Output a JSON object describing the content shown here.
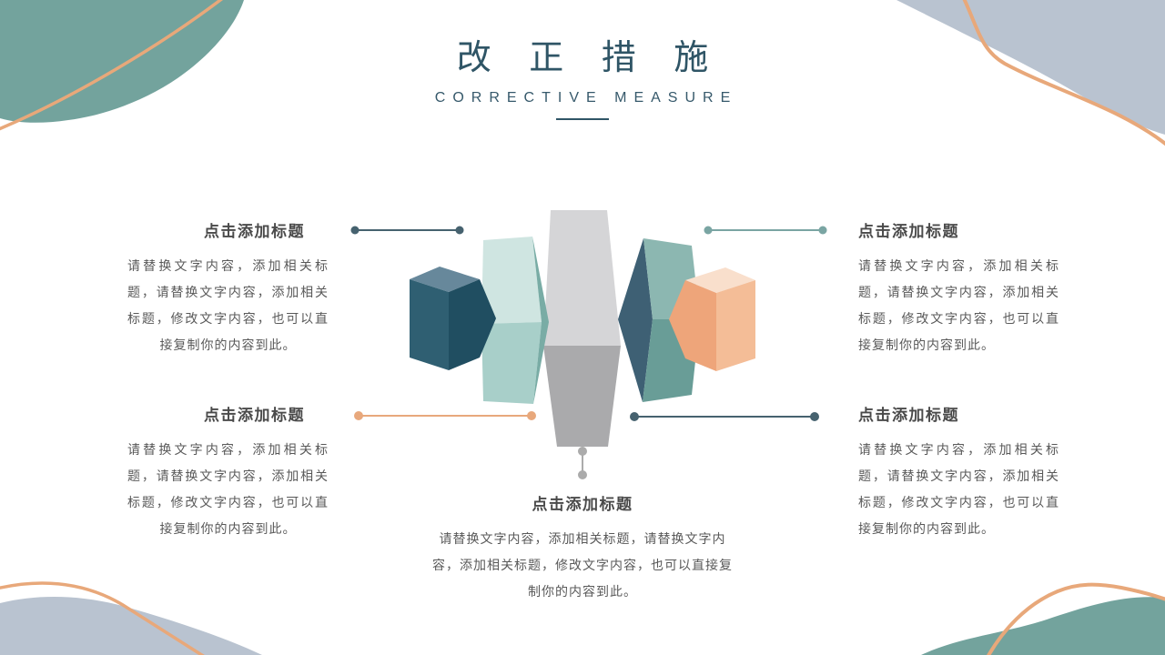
{
  "header": {
    "title": "改 正 措 施",
    "subtitle": "CORRECTIVE MEASURE"
  },
  "callouts": [
    {
      "position": "top-left",
      "heading": "点击添加标题",
      "body": "请替换文字内容，添加相关标题，请替换文字内容，添加相关标题，修改文字内容，也可以直接复制你的内容到此。"
    },
    {
      "position": "top-right",
      "heading": "点击添加标题",
      "body": "请替换文字内容，添加相关标题，请替换文字内容，添加相关标题，修改文字内容，也可以直接复制你的内容到此。"
    },
    {
      "position": "bottom-left",
      "heading": "点击添加标题",
      "body": "请替换文字内容，添加相关标题，请替换文字内容，添加相关标题，修改文字内容，也可以直接复制你的内容到此。"
    },
    {
      "position": "bottom-right",
      "heading": "点击添加标题",
      "body": "请替换文字内容，添加相关标题，请替换文字内容，添加相关标题，修改文字内容，也可以直接复制你的内容到此。"
    },
    {
      "position": "bottom-center",
      "heading": "点击添加标题",
      "body": "请替换文字内容，添加相关标题，请替换文字内容，添加相关标题，修改文字内容，也可以直接复制你的内容到此。"
    }
  ],
  "colors": {
    "title_text": "#2F5566",
    "heading_text": "#4A4A4A",
    "body_text": "#595959",
    "teal_blob": "#73A39D",
    "blue_gray_blob": "#B9C3D0",
    "orange_accent": "#E8A87A",
    "connector_dark_slate": "#46626F",
    "connector_teal": "#7AA5A3",
    "connector_orange": "#E8A87C",
    "connector_gray": "#ABABAB"
  },
  "diagram": {
    "type": "3d-chevron-prisms",
    "shapes": [
      {
        "name": "center-prism",
        "colors": {
          "upper": "#D5D5D7",
          "lower": "#AAAAAC"
        }
      },
      {
        "name": "left-panel",
        "colors": {
          "upper": "#CFE5E1",
          "lower": "#A8CFC9",
          "side": "#79ACA5"
        }
      },
      {
        "name": "left-cube",
        "colors": {
          "top": "#67889B",
          "front": "#2F5F72",
          "side": "#204E61"
        }
      },
      {
        "name": "right-panel",
        "colors": {
          "upper": "#8CB7B1",
          "lower": "#699D97",
          "side": "#3E6074"
        }
      },
      {
        "name": "right-cube",
        "colors": {
          "top": "#F9DFCC",
          "front": "#EEA57A",
          "side": "#F4BD97"
        }
      }
    ]
  }
}
